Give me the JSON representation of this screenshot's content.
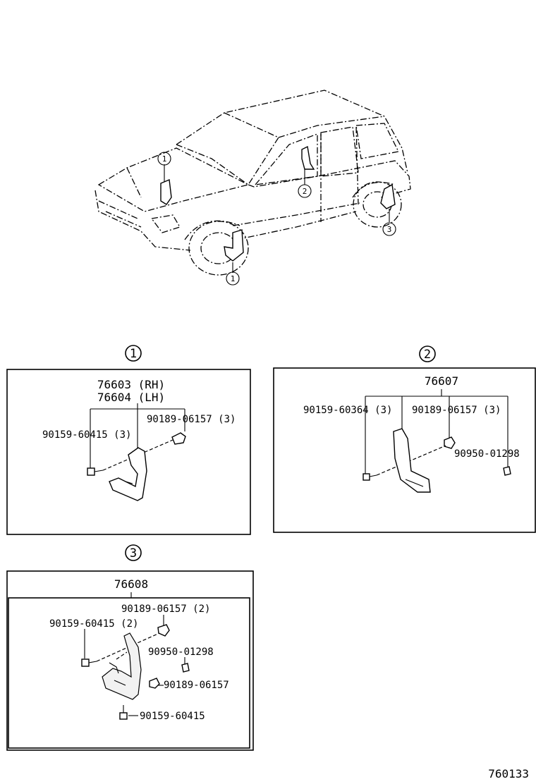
{
  "section1": {
    "callout": "1",
    "header_rh": "76603 (RH)",
    "header_lh": "76604 (LH)",
    "part_a": "90189-06157 (3)",
    "part_b": "90159-60415 (3)"
  },
  "section2": {
    "callout": "2",
    "header": "76607",
    "part_a": "90159-60364 (3)",
    "part_b": "90189-06157 (3)",
    "part_c": "90950-01298"
  },
  "section3": {
    "callout": "3",
    "header": "76608",
    "part_a": "90189-06157 (2)",
    "part_b": "90159-60415 (2)",
    "part_c": "90950-01298",
    "part_d": "90189-06157",
    "part_e": "90159-60415"
  },
  "car_callouts": [
    "1",
    "2",
    "3",
    "1"
  ],
  "diagram_id": "760133"
}
